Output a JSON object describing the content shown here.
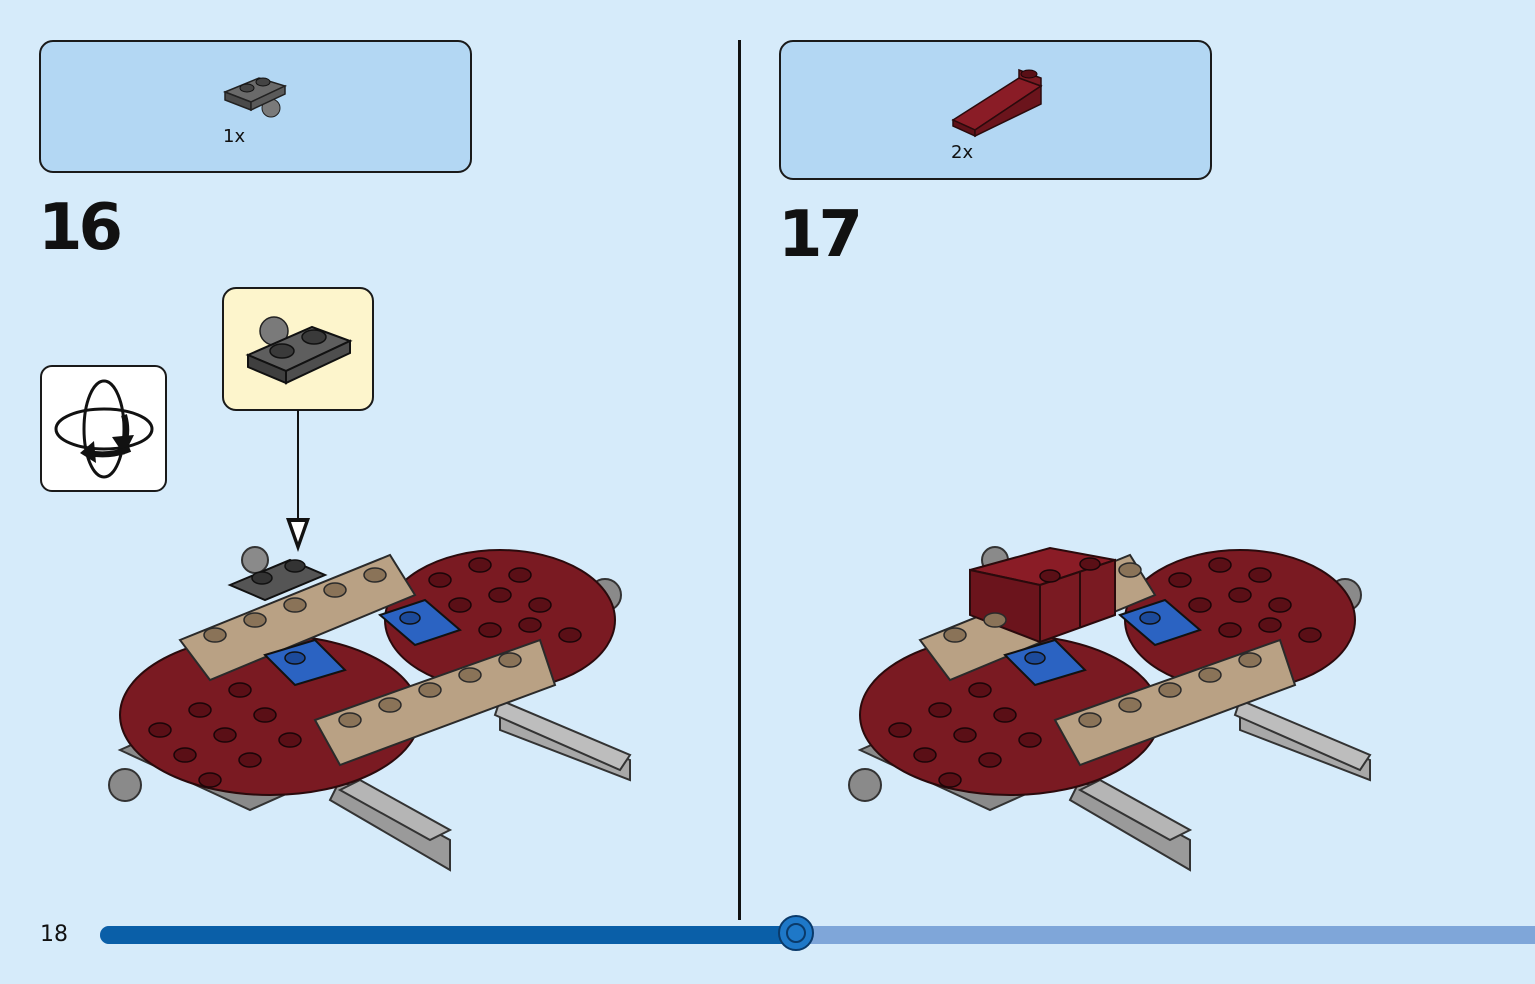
{
  "page": {
    "number": "18"
  },
  "steps": [
    {
      "number": "16",
      "part_quantity": "1x",
      "part_icon": "dark-gray-plate-with-ball-icon"
    },
    {
      "number": "17",
      "part_quantity": "2x",
      "part_icon": "dark-red-slope-brick-icon"
    }
  ],
  "progress": {
    "fraction": 0.485
  },
  "colors": {
    "background": "#d6ebfa",
    "parts_box": "#b3d7f3",
    "callout": "#fdf5cc",
    "dark_red": "#7a1a22",
    "tan": "#b9a184",
    "blue": "#2b63c2",
    "light_gray": "#a8a8a8",
    "dark_gray": "#5b5b5b",
    "progress_fill": "#0a5fa8",
    "progress_track": "#7fa6d9"
  }
}
